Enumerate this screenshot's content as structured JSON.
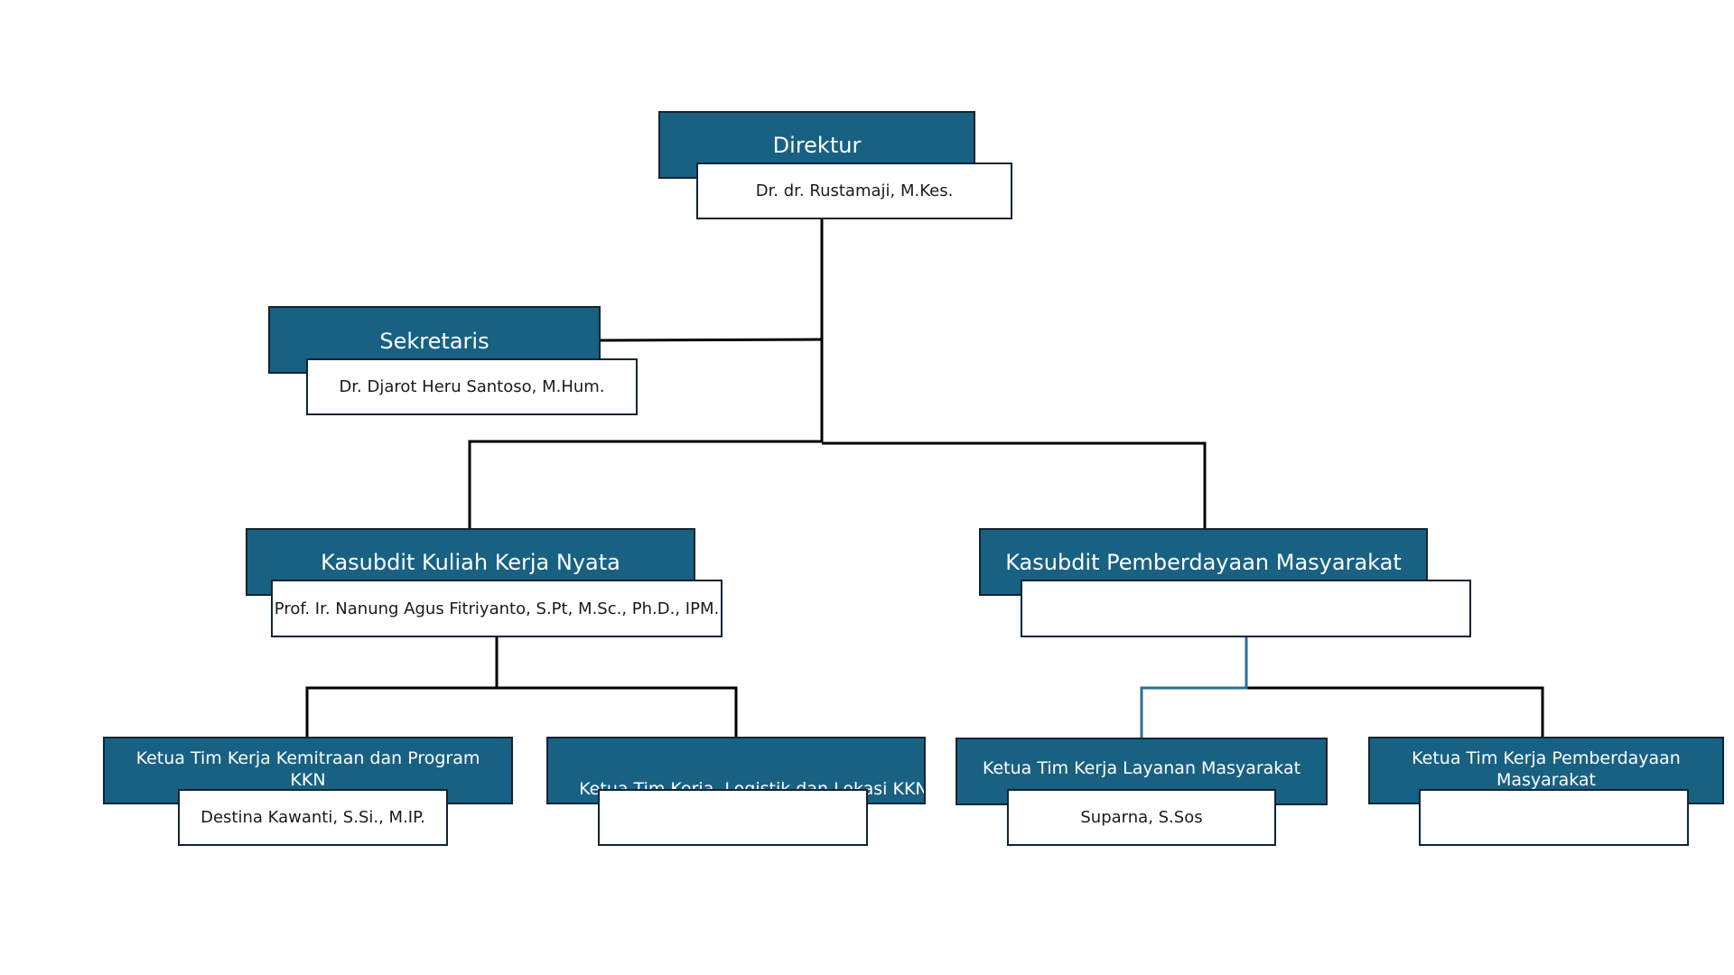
{
  "theme": {
    "role_fill": "#186183",
    "border": "#0f2532",
    "connector": "#000000",
    "highlight_connector": "#2a6f99",
    "name_fill": "#ffffff"
  },
  "org": {
    "direktur": {
      "title": "Direktur",
      "name": "Dr. dr. Rustamaji, M.Kes."
    },
    "sekretaris": {
      "title": "Sekretaris",
      "name": "Dr. Djarot Heru Santoso, M.Hum."
    },
    "kasubdit_kkn": {
      "title": "Kasubdit Kuliah Kerja Nyata",
      "name": "Prof. Ir. Nanung Agus Fitriyanto, S.Pt, M.Sc., Ph.D., IPM."
    },
    "kasubdit_pm": {
      "title": "Kasubdit Pemberdayaan Masyarakat",
      "name": ""
    },
    "ketua_kemitraan": {
      "title": "Ketua Tim Kerja Kemitraan dan Program KKN",
      "name": "Destina Kawanti, S.Si., M.IP."
    },
    "ketua_logistik": {
      "title": "Ketua Tim Kerja  Logistik dan Lokasi KKN",
      "name": ""
    },
    "ketua_layanan": {
      "title": "Ketua Tim Kerja Layanan Masyarakat",
      "name": "Suparna, S.Sos"
    },
    "ketua_pemberdayaan": {
      "title": "Ketua Tim Kerja Pemberdayaan Masyarakat",
      "name": ""
    }
  }
}
